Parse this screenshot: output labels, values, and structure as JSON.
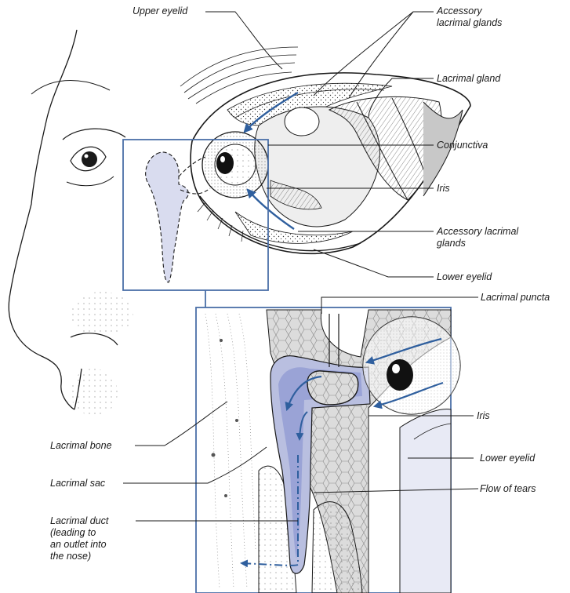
{
  "colors": {
    "accent_blue": "#2f5f9e",
    "box_blue": "#4a6fa8",
    "tear_fill": "#d9dcef",
    "tear_fill_dark": "#b9bfe0",
    "sac_fill": "#9aa3d6",
    "line": "#1a1a1a"
  },
  "eye_view": {
    "labels": {
      "upper_eyelid": "Upper eyelid",
      "accessory_glands_top": "Accessory\nlacrimal glands",
      "lacrimal_gland": "Lacrimal gland",
      "conjunctiva": "Conjunctiva",
      "iris": "Iris",
      "accessory_glands_bottom": "Accessory lacrimal\nglands",
      "lower_eyelid": "Lower eyelid"
    }
  },
  "cross_section": {
    "labels": {
      "lacrimal_puncta": "Lacrimal puncta",
      "iris": "Iris",
      "lacrimal_bone": "Lacrimal bone",
      "lower_eyelid": "Lower eyelid",
      "lacrimal_sac": "Lacrimal sac",
      "flow_of_tears": "Flow of tears",
      "lacrimal_duct": "Lacrimal duct\n(leading to\nan outlet into\nthe nose)"
    }
  }
}
